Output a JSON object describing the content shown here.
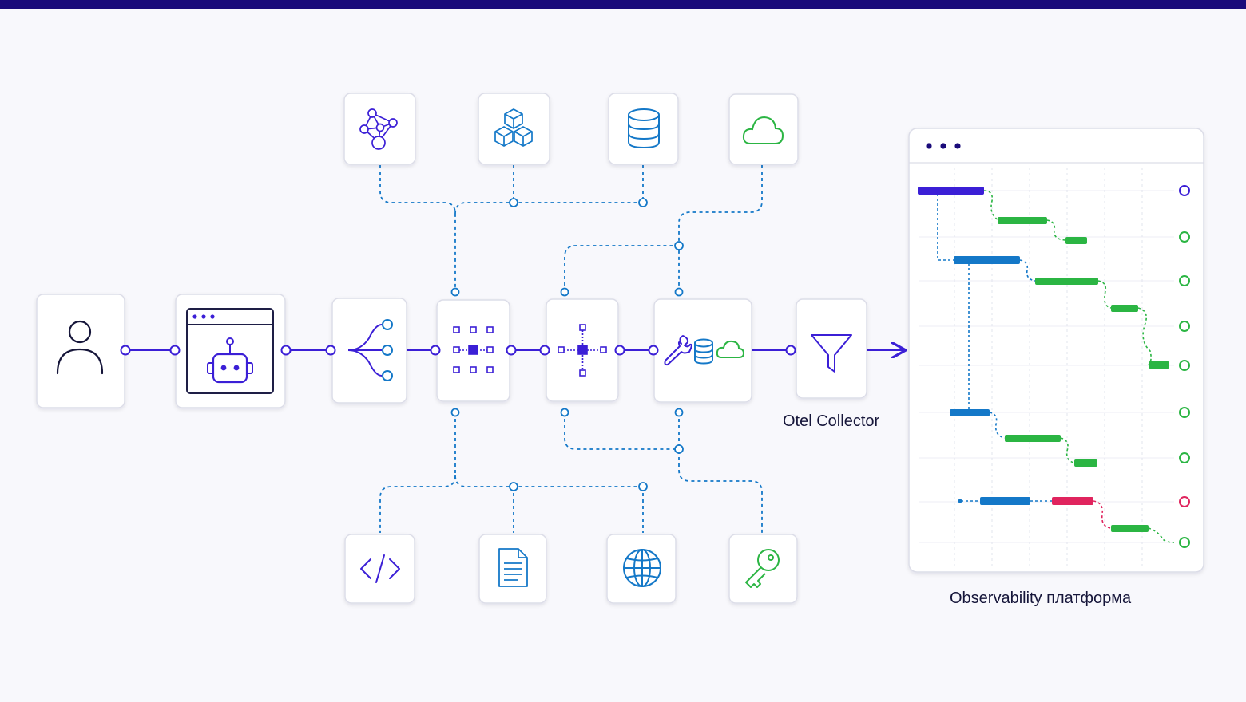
{
  "colors": {
    "top_bar": "#1a0b7a",
    "purple": "#3b1fd6",
    "blue": "#1478c8",
    "green": "#2bb543",
    "pink": "#e0245e",
    "border": "#dcdde8"
  },
  "labels": {
    "collector": "Otel Collector",
    "platform": "Observability платформа"
  },
  "pipeline_nodes": [
    {
      "id": "user",
      "icon": "user-icon"
    },
    {
      "id": "agent",
      "icon": "robot-window-icon"
    },
    {
      "id": "router",
      "icon": "fan-out-icon"
    },
    {
      "id": "grid-hub",
      "icon": "node-grid-icon"
    },
    {
      "id": "cross-hub",
      "icon": "node-cross-icon"
    },
    {
      "id": "tools",
      "icon": "wrench-database-cloud-icon"
    },
    {
      "id": "collector",
      "icon": "filter-funnel-icon"
    }
  ],
  "top_services": [
    {
      "icon": "network-graph-icon"
    },
    {
      "icon": "cubes-icon"
    },
    {
      "icon": "database-icon"
    },
    {
      "icon": "cloud-icon"
    }
  ],
  "bottom_services": [
    {
      "icon": "code-icon"
    },
    {
      "icon": "document-icon"
    },
    {
      "icon": "globe-icon"
    },
    {
      "icon": "key-icon"
    }
  ],
  "trace_spans": [
    {
      "row": 0,
      "color": "purple",
      "level": "root"
    },
    {
      "row": 1,
      "color": "green"
    },
    {
      "row": 1,
      "color": "green"
    },
    {
      "row": 2,
      "color": "blue"
    },
    {
      "row": 2,
      "color": "green"
    },
    {
      "row": 3,
      "color": "green"
    },
    {
      "row": 4,
      "color": "green"
    },
    {
      "row": 5,
      "color": "blue"
    },
    {
      "row": 5,
      "color": "green"
    },
    {
      "row": 6,
      "color": "green"
    },
    {
      "row": 7,
      "color": "blue"
    },
    {
      "row": 7,
      "color": "pink"
    },
    {
      "row": 8,
      "color": "green"
    }
  ],
  "status_markers": [
    "purple",
    "green",
    "green",
    "green",
    "green",
    "green",
    "green",
    "pink",
    "green"
  ]
}
